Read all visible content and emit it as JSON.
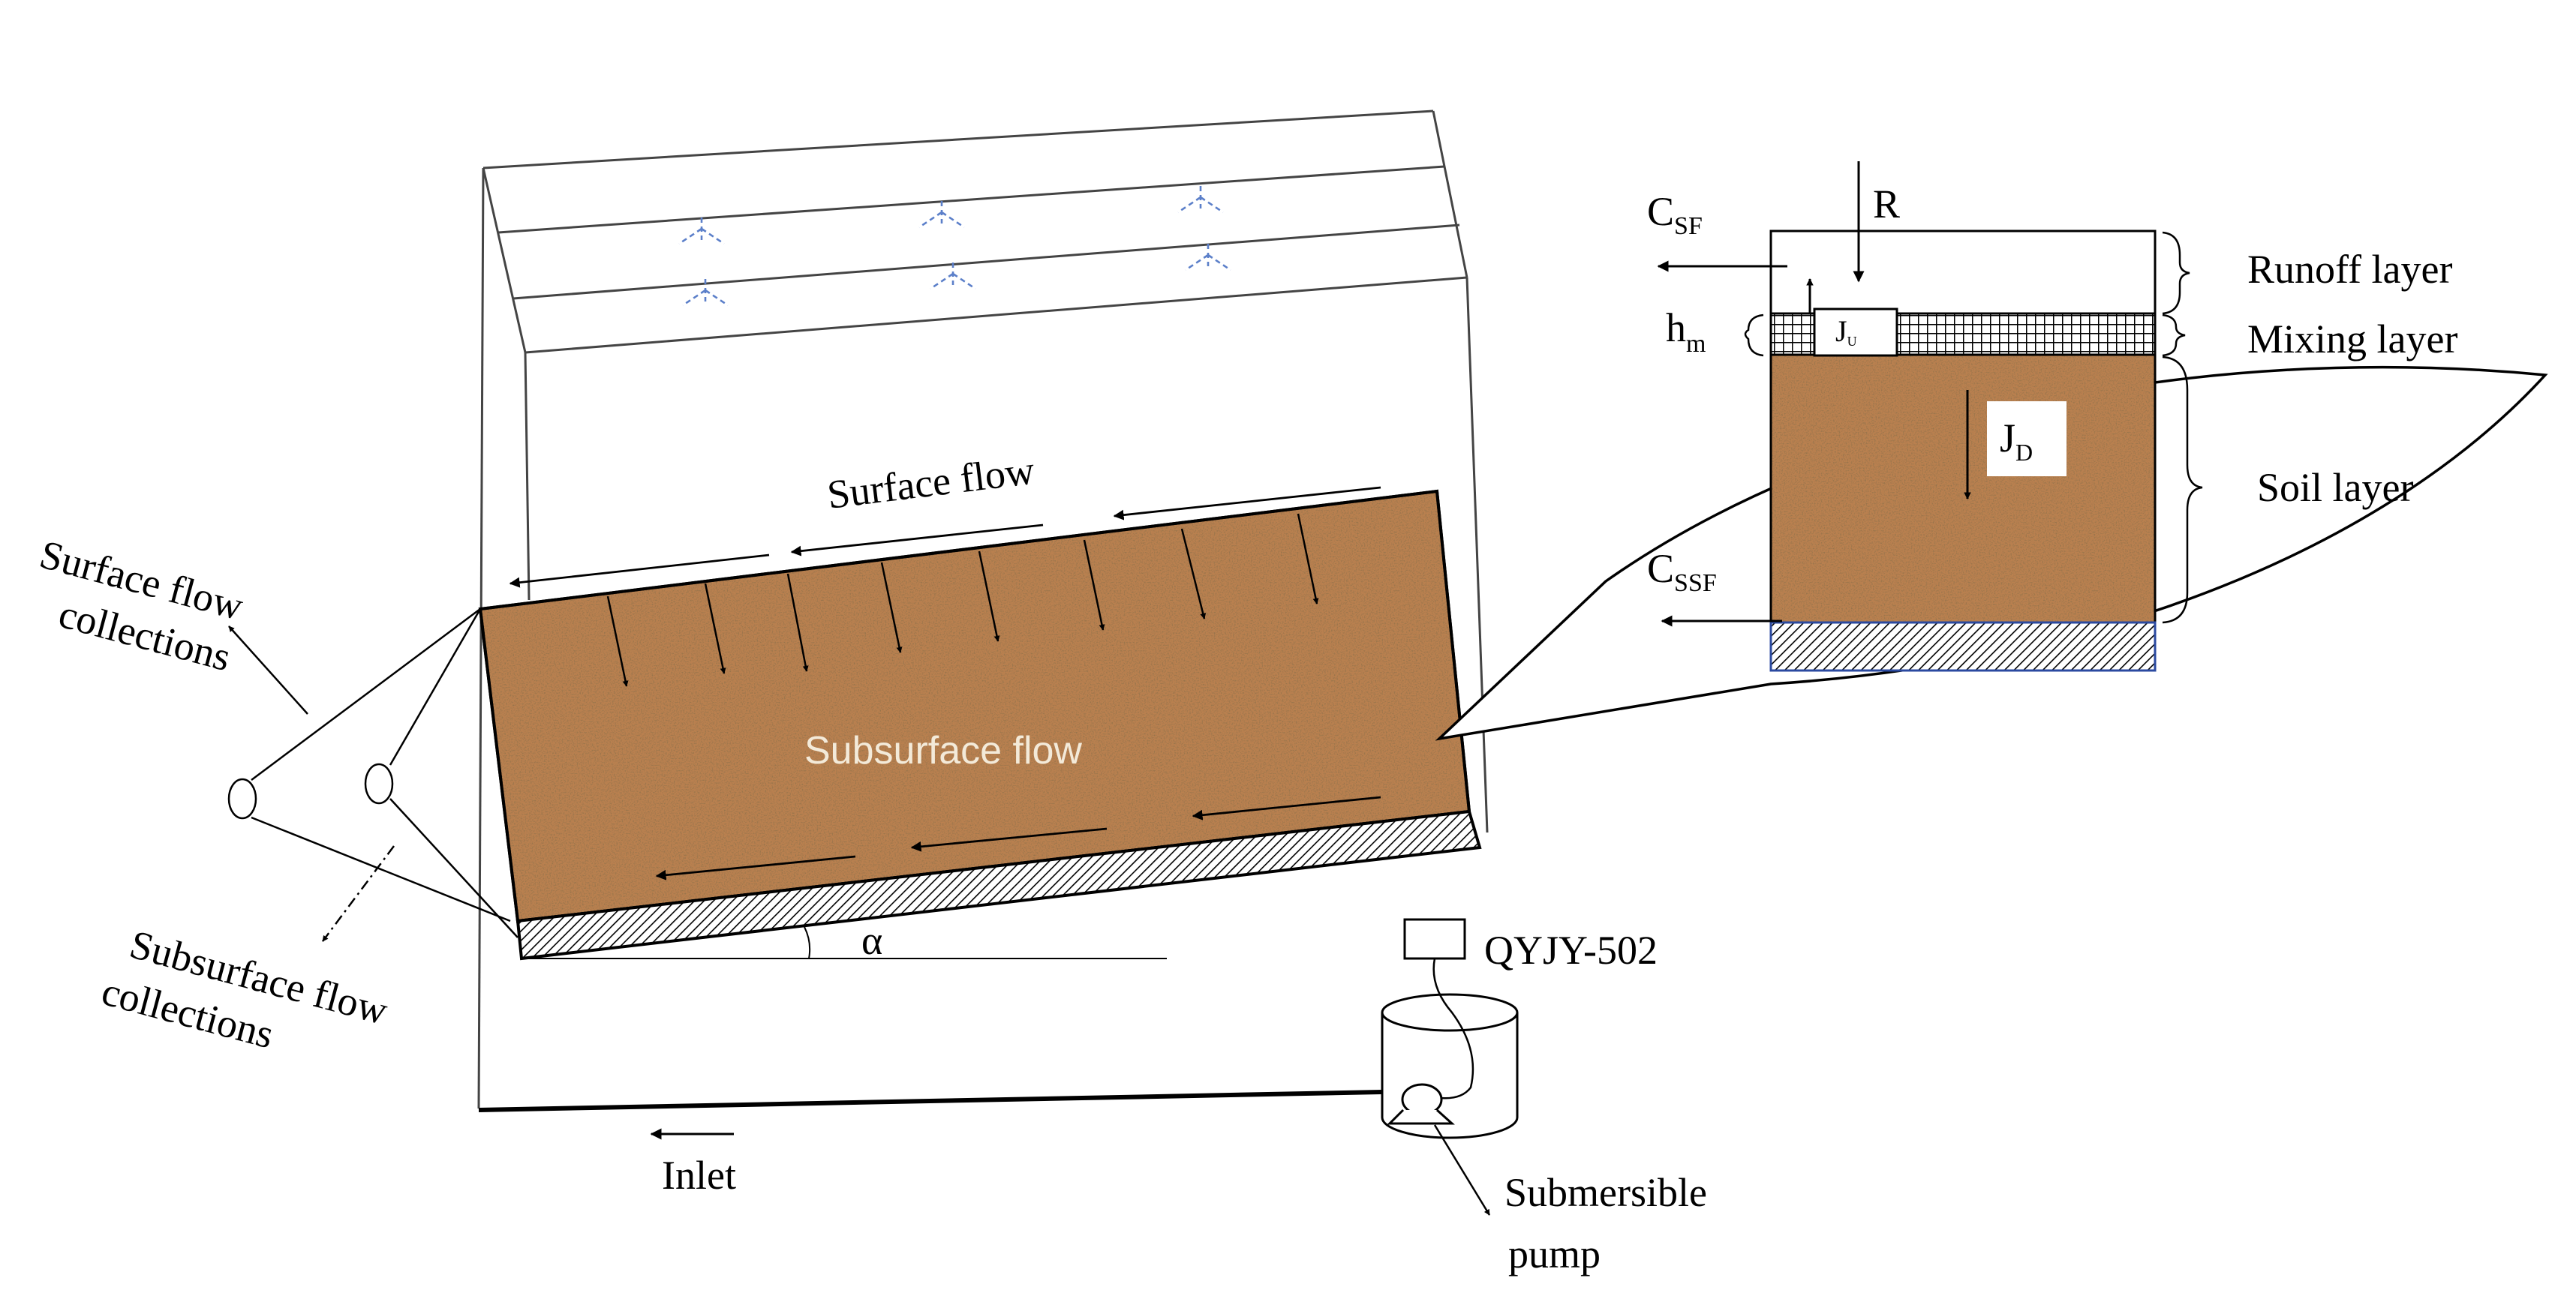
{
  "labels": {
    "surface_flow": "Surface flow",
    "subsurface_flow": "Subsurface flow",
    "surface_collections_line1": "Surface flow",
    "surface_collections_line2": "collections",
    "subsurface_collections_line1": "Subsurface flow",
    "subsurface_collections_line2": "collections",
    "alpha": "α",
    "qyjy": "QYJY-502",
    "inlet": "Inlet",
    "pump_line1": "Submersible",
    "pump_line2": "pump"
  },
  "inset": {
    "R": "R",
    "c_sf_base": "C",
    "c_sf_sub": "SF",
    "c_ssf_base": "C",
    "c_ssf_sub": "SSF",
    "h_base": "h",
    "h_sub": "m",
    "ju_base": "J",
    "ju_sub": "U",
    "jd_base": "J",
    "jd_sub": "D",
    "runoff_layer": "Runoff layer",
    "mixing_layer": "Mixing layer",
    "soil_layer": "Soil layer"
  },
  "colors": {
    "soil": "#b9804f",
    "soil_dark": "#7a4d29",
    "sprinkler": "#5b7fc9",
    "subsurface_text": "#f3ead9",
    "base_border": "#2b4aa0"
  }
}
